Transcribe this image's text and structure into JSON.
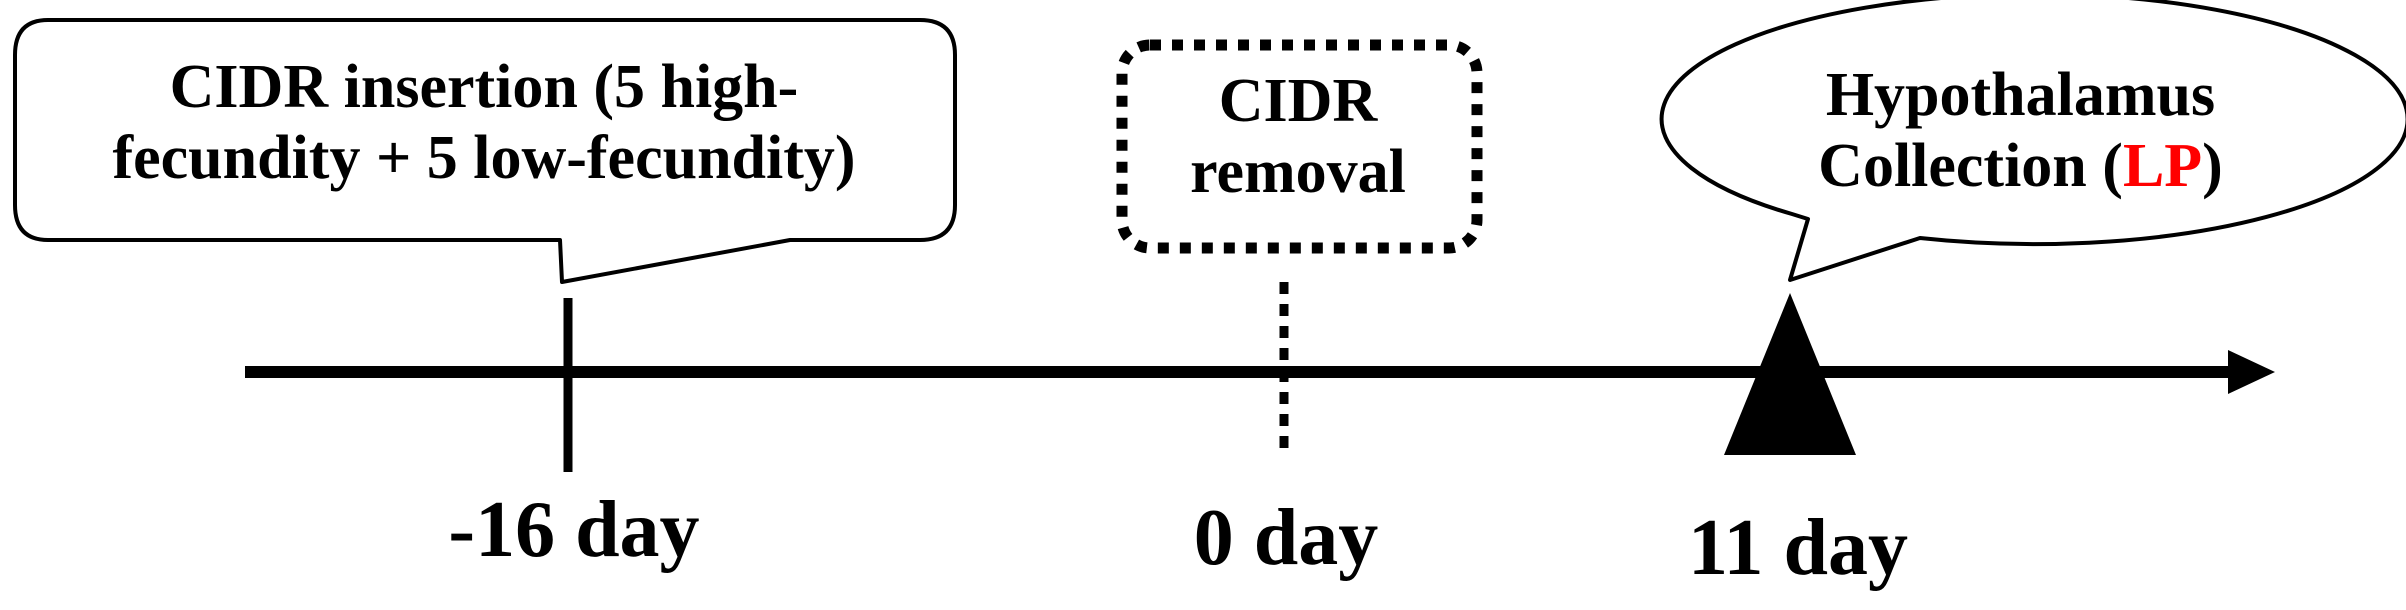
{
  "callouts": [
    {
      "line1": "CIDR insertion (5 high-",
      "line2": "fecundity + 5 low-fecundity)"
    },
    {
      "line1": "CIDR",
      "line2": "removal"
    },
    {
      "line1": "Hypothalamus",
      "line2_prefix": "Collection (",
      "line2_highlight": "LP",
      "line2_suffix": ")"
    }
  ],
  "timepoints": [
    {
      "label": "-16 day"
    },
    {
      "label": "0 day"
    },
    {
      "label": "11 day"
    }
  ],
  "colors": {
    "line": "#000000",
    "highlight": "#ff0000"
  }
}
